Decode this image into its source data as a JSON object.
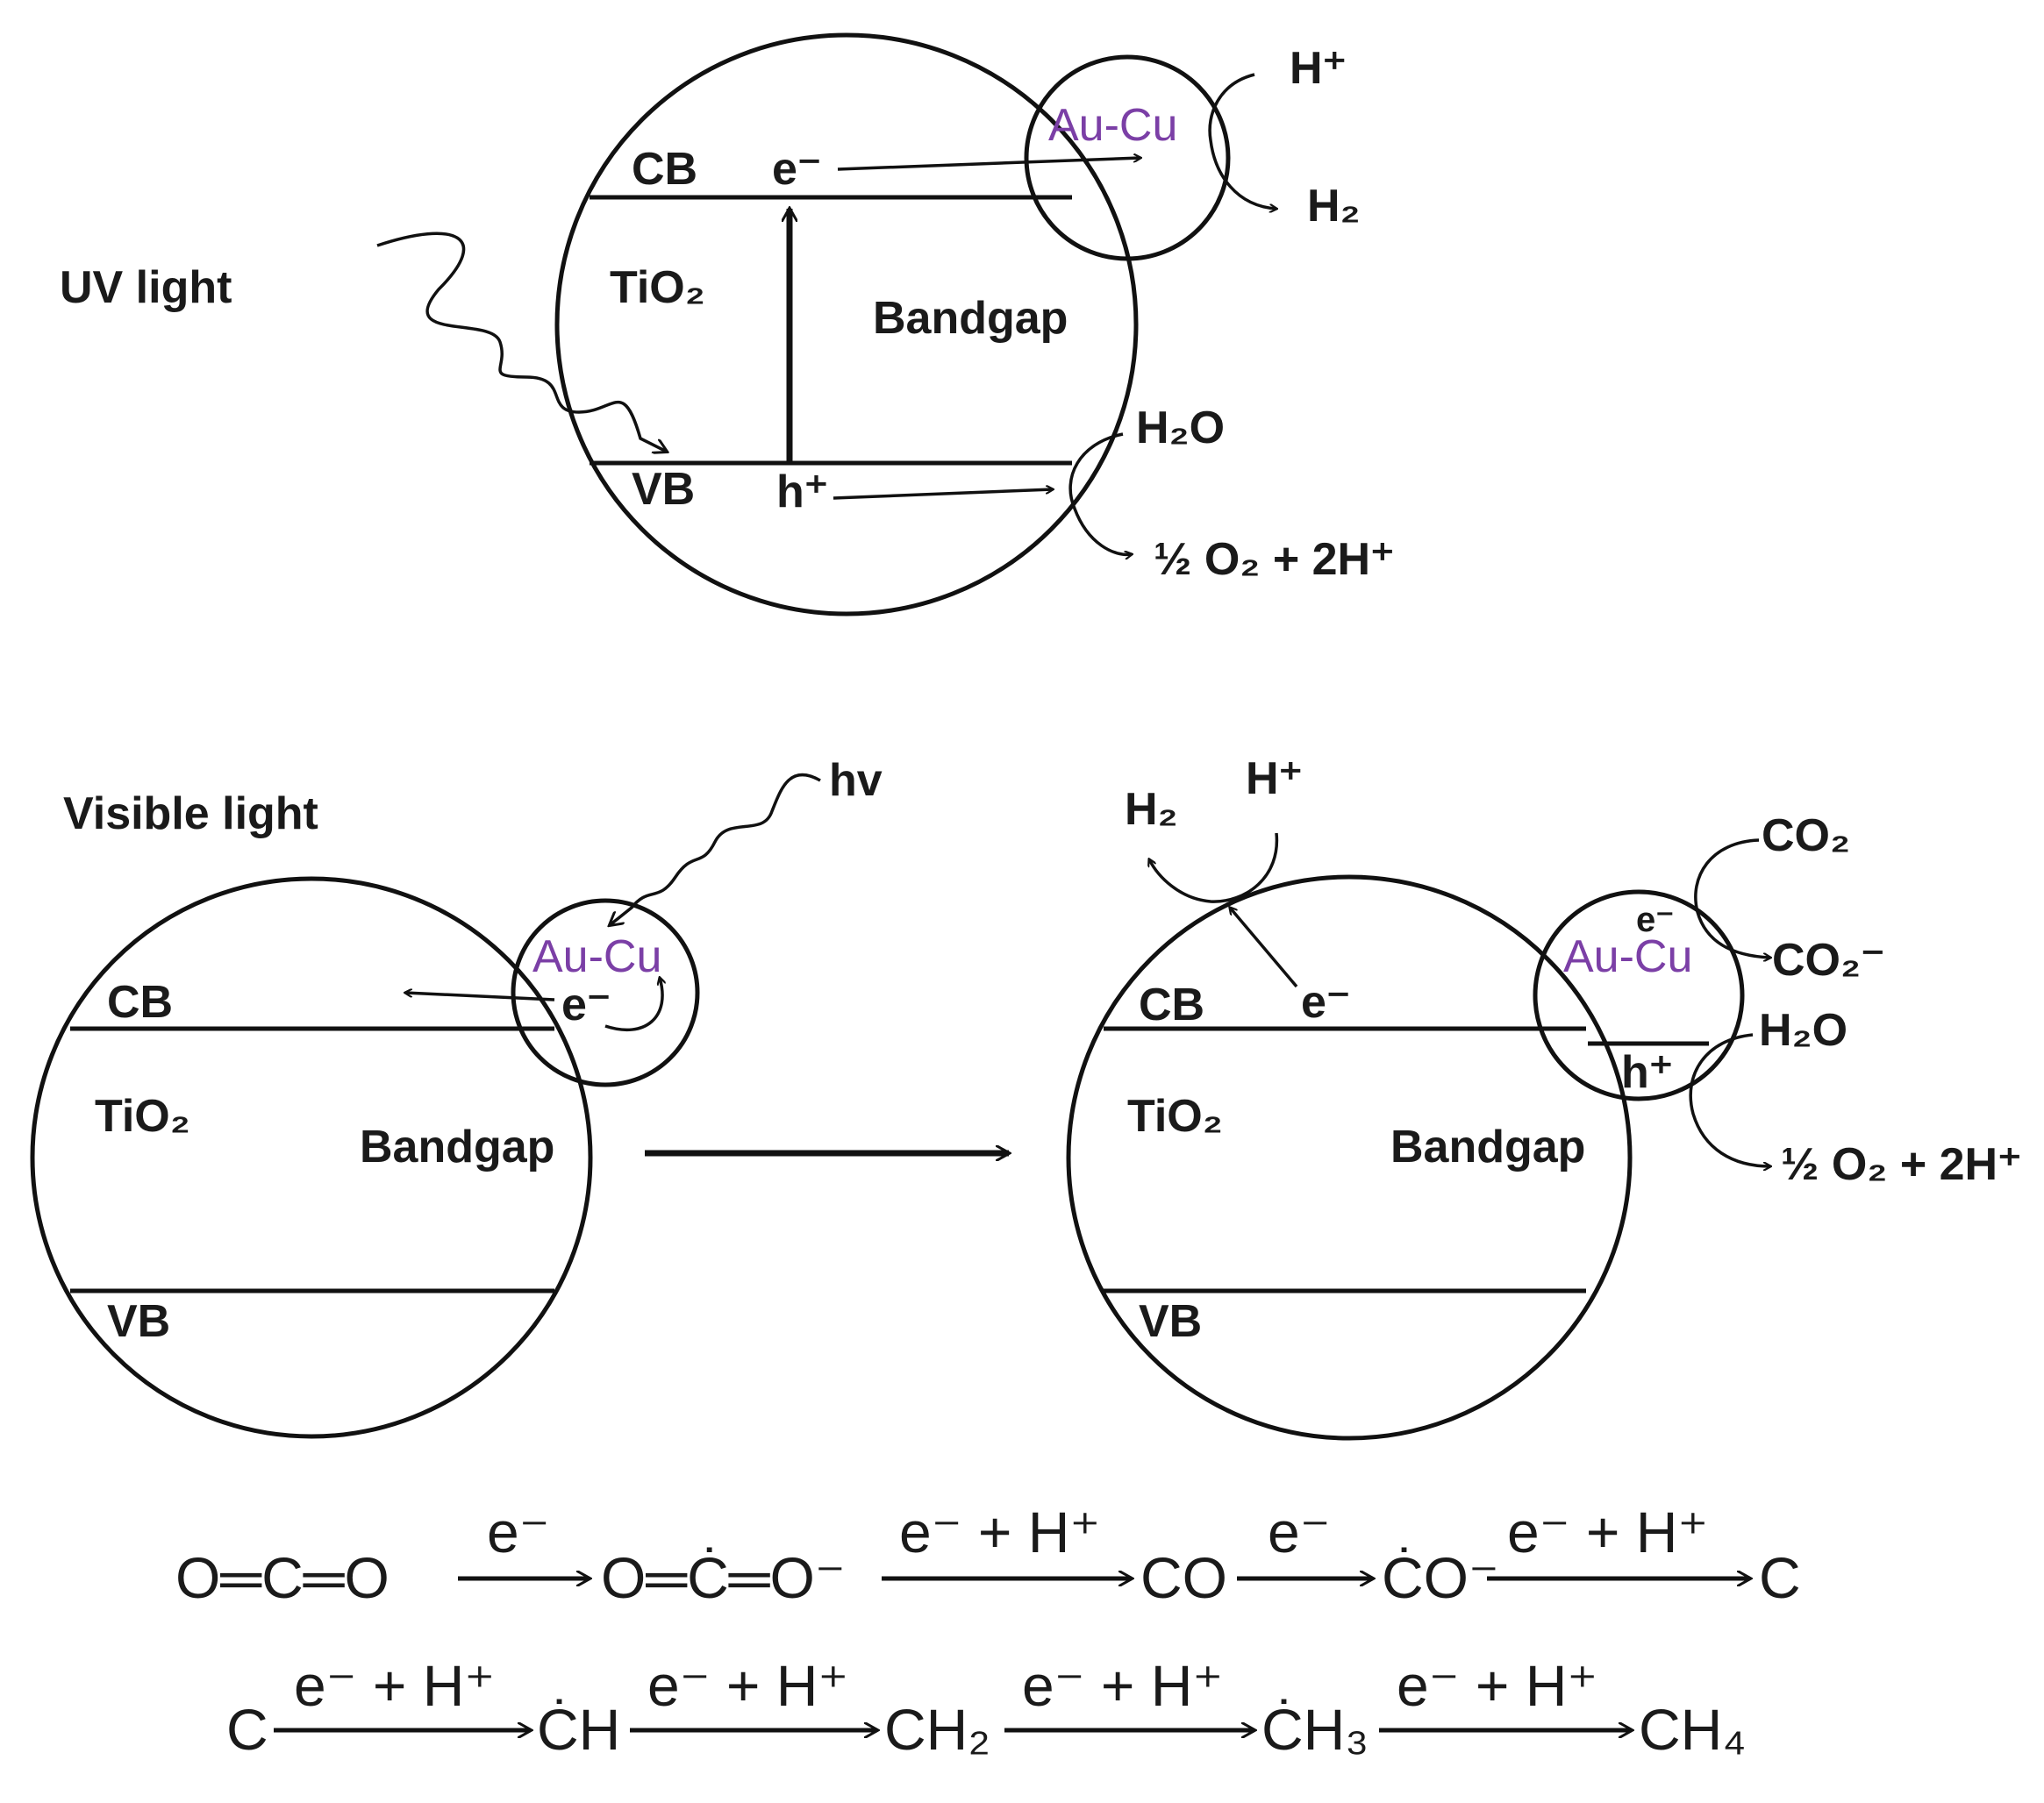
{
  "panel_uv": {
    "light_label": "UV light",
    "material": "TiO₂",
    "cb": "CB",
    "vb": "VB",
    "bandgap": "Bandgap",
    "electron": "e⁻",
    "hole": "h⁺",
    "cocatalyst": "Au-Cu",
    "h_plus": "H⁺",
    "h2": "H₂",
    "h2o": "H₂O",
    "o2_product": "½ O₂ + 2H⁺"
  },
  "panel_visible_left": {
    "light_label": "Visible light",
    "photon": "hv",
    "cocatalyst": "Au-Cu",
    "cb": "CB",
    "vb": "VB",
    "material": "TiO₂",
    "bandgap": "Bandgap",
    "electron": "e⁻"
  },
  "panel_visible_right": {
    "h2": "H₂",
    "h_plus": "H⁺",
    "cocatalyst": "Au-Cu",
    "electron_cocat": "e⁻",
    "co2": "CO₂",
    "co2_anion": "CO₂⁻",
    "h2o": "H₂O",
    "hole": "h⁺",
    "o2_product": "½ O₂ + 2H⁺",
    "cb": "CB",
    "electron": "e⁻",
    "material": "TiO₂",
    "bandgap": "Bandgap",
    "vb": "VB"
  },
  "reaction_row1": {
    "s1": "O═C═O",
    "a1": "e⁻",
    "s2": "O═Ċ═O⁻",
    "a2": "e⁻ + H⁺",
    "s3": "CO",
    "a3": "e⁻",
    "s4": "ĊO⁻",
    "a4": "e⁻ + H⁺",
    "s5": "C"
  },
  "reaction_row2": {
    "s1": "C",
    "a1": "e⁻ + H⁺",
    "s2": "ĊH",
    "a2": "e⁻ + H⁺",
    "s3": "CH₂",
    "a3": "e⁻ + H⁺",
    "s4": "ĊH₃",
    "a4": "e⁻ + H⁺",
    "s5": "CH₄"
  }
}
